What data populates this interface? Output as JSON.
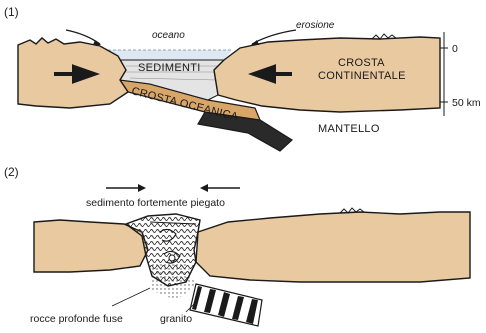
{
  "panel1": {
    "number": "(1)",
    "oceano": "oceano",
    "erosione": "erosione",
    "sedimenti": "SEDIMENTI",
    "crosta_oceanica": "CROSTA OCEANICA",
    "crosta_continentale_line1": "CROSTA",
    "crosta_continentale_line2": "CONTINENTALE",
    "mantello": "MANTELLO",
    "scale_top": "0",
    "scale_bottom": "50 km"
  },
  "panel2": {
    "number": "(2)",
    "sedimento": "sedimento fortemente piegato",
    "rocce": "rocce profonde fuse",
    "granito": "granito"
  },
  "colors": {
    "crust": "#e9c9a0",
    "outline": "#1a1a1a",
    "ocean": "#dde8f2",
    "sediment": "#e4e4e4",
    "oceanic_crust": "#d9a66a",
    "slab": "#2a2a2a"
  }
}
